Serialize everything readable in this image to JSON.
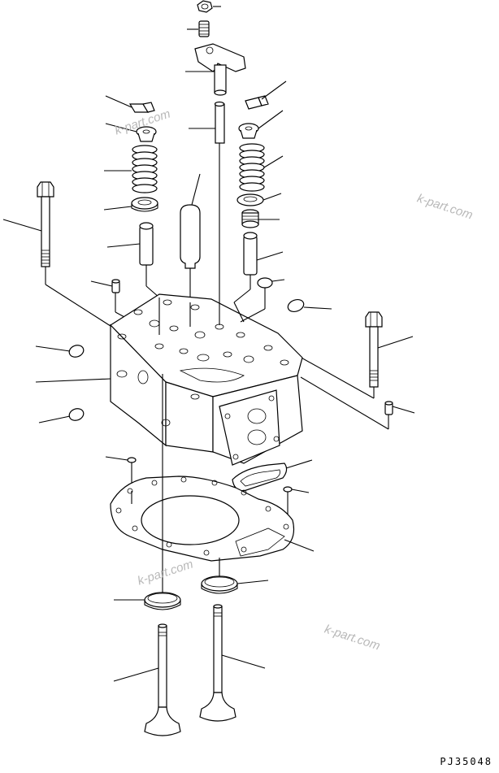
{
  "drawing": {
    "watermark_text": "k-part.com",
    "drawing_code": "PJ35048"
  },
  "parts": [
    {
      "id": "adjust-nut"
    },
    {
      "id": "adjust-screw"
    },
    {
      "id": "rocker-arm"
    },
    {
      "id": "cross-head-guide"
    },
    {
      "id": "valve-cotter-left"
    },
    {
      "id": "valve-cotter-right"
    },
    {
      "id": "spring-retainer-left"
    },
    {
      "id": "spring-retainer-right"
    },
    {
      "id": "valve-spring-left"
    },
    {
      "id": "valve-spring-right"
    },
    {
      "id": "spring-seat-left"
    },
    {
      "id": "spring-seat-right"
    },
    {
      "id": "valve-stem-seal"
    },
    {
      "id": "valve-guide-left"
    },
    {
      "id": "valve-guide-right"
    },
    {
      "id": "injector-sleeve"
    },
    {
      "id": "head-bolt-left"
    },
    {
      "id": "head-bolt-right"
    },
    {
      "id": "dowel-pin-left"
    },
    {
      "id": "dowel-pin-right"
    },
    {
      "id": "plug-top"
    },
    {
      "id": "expansion-plug-right"
    },
    {
      "id": "expansion-plug-left-upper"
    },
    {
      "id": "expansion-plug-left-lower"
    },
    {
      "id": "cylinder-head"
    },
    {
      "id": "manifold-gasket"
    },
    {
      "id": "o-ring-left"
    },
    {
      "id": "o-ring-right"
    },
    {
      "id": "head-gasket"
    },
    {
      "id": "valve-seat-insert-intake"
    },
    {
      "id": "valve-seat-insert-exhaust"
    },
    {
      "id": "intake-valve"
    },
    {
      "id": "exhaust-valve"
    }
  ]
}
